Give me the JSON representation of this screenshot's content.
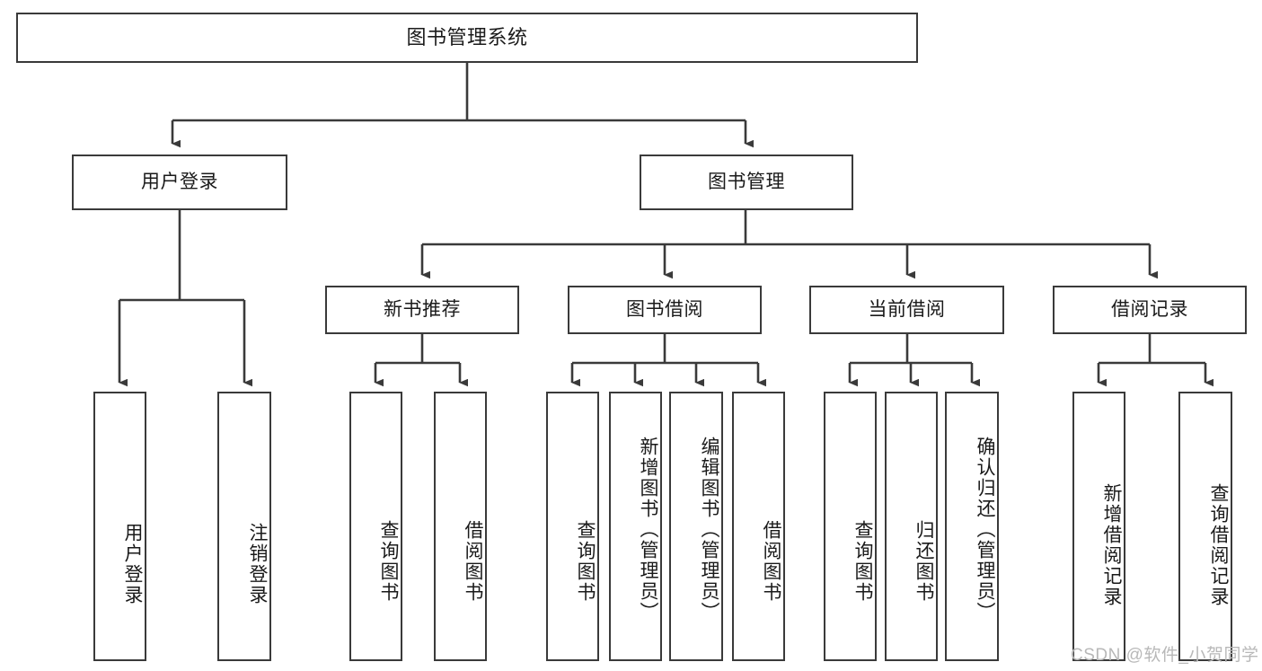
{
  "diagram": {
    "title": "图书管理系统",
    "type": "tree-hierarchy-chart",
    "watermark": "CSDN @软件_小贺同学",
    "colors": {
      "box_border": "#3a3a3a",
      "box_fill": "#ffffff",
      "connector": "#3a3a3a",
      "text": "#1a1a1a",
      "watermark": "#b8b8b8",
      "background": "#ffffff"
    },
    "root": {
      "label": "图书管理系统"
    },
    "level1": [
      {
        "label": "用户登录"
      },
      {
        "label": "图书管理"
      }
    ],
    "level2": [
      {
        "label": "新书推荐"
      },
      {
        "label": "图书借阅"
      },
      {
        "label": "当前借阅"
      },
      {
        "label": "借阅记录"
      }
    ],
    "leaves": {
      "user_login": [
        {
          "label": "用户登录"
        },
        {
          "label": "注销登录"
        }
      ],
      "new_book_recommend": [
        {
          "label": "查询图书"
        },
        {
          "label": "借阅图书"
        }
      ],
      "book_borrow": [
        {
          "label": "查询图书"
        },
        {
          "label": "新增图书（管理员）"
        },
        {
          "label": "编辑图书（管理员）"
        },
        {
          "label": "借阅图书"
        }
      ],
      "current_borrow": [
        {
          "label": "查询图书"
        },
        {
          "label": "归还图书"
        },
        {
          "label": "确认归还（管理员）"
        }
      ],
      "borrow_records": [
        {
          "label": "新增借阅记录"
        },
        {
          "label": "查询借阅记录"
        }
      ]
    }
  }
}
